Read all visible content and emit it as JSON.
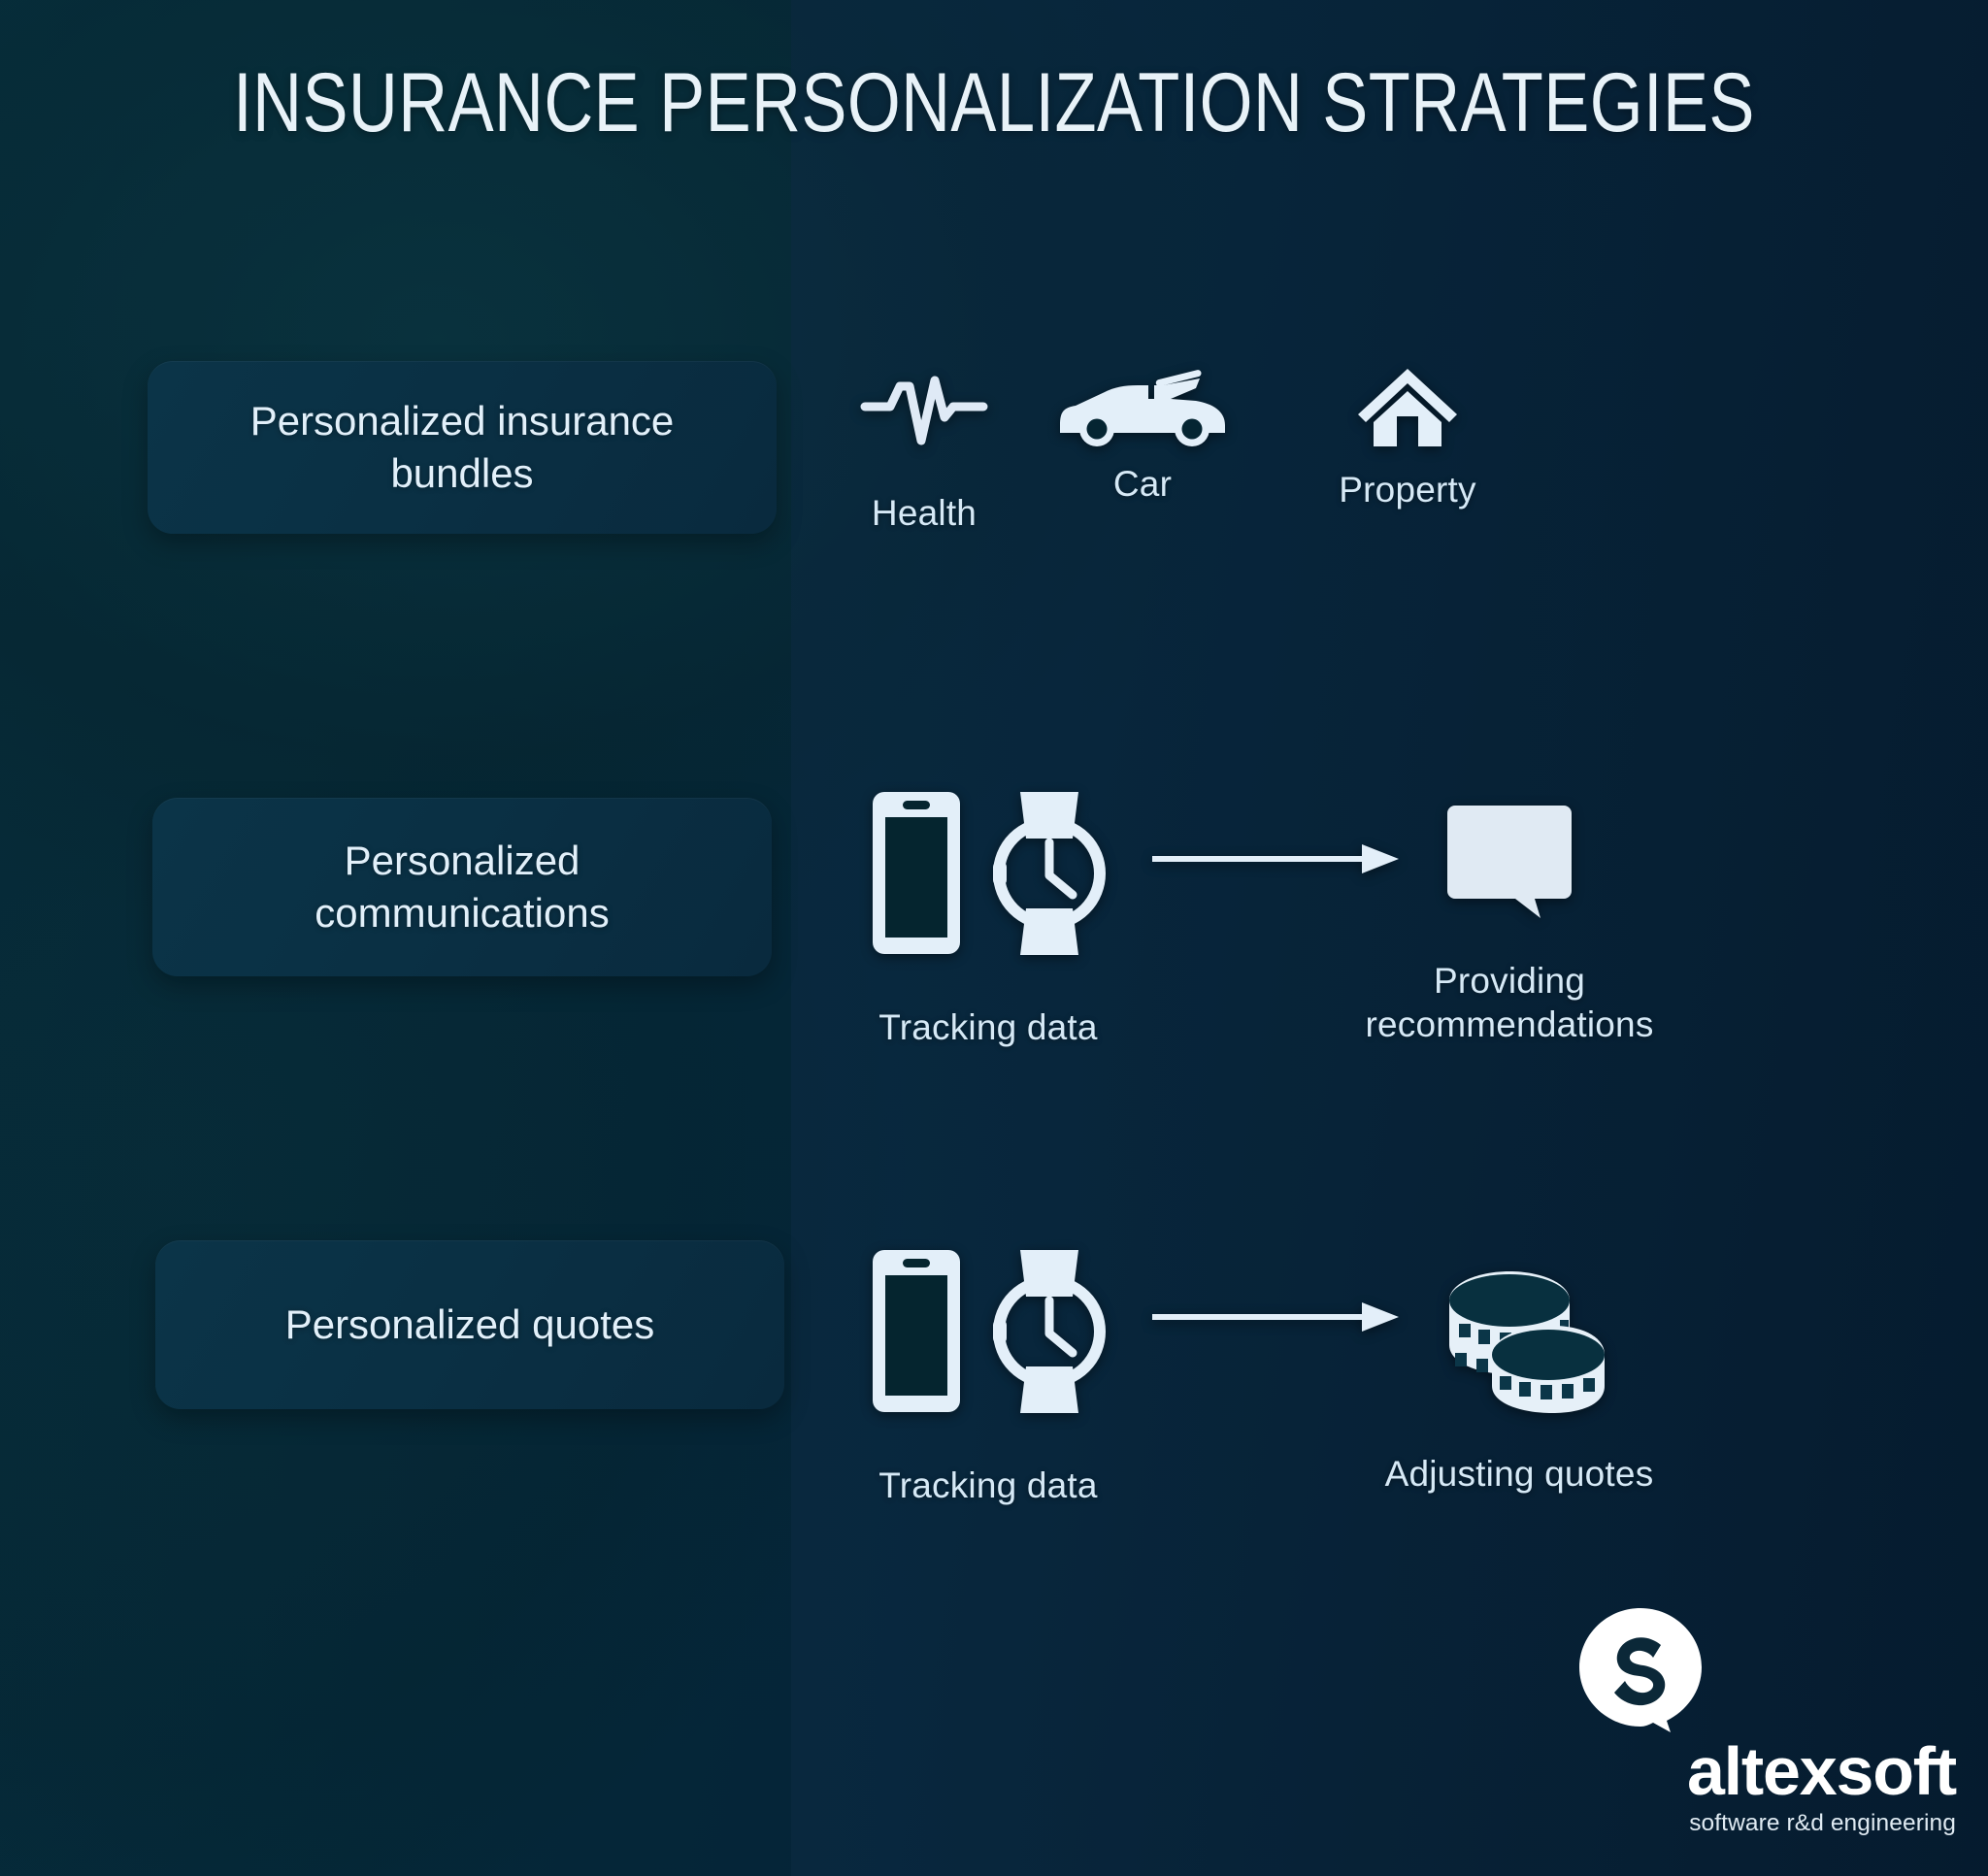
{
  "theme": {
    "background_dark": "#04192c",
    "background_teal": "#063040",
    "card_background": "#0a3044",
    "icon_color": "#dfeaf6",
    "text_primary": "#e8f2f8",
    "text_caption": "#d6e9f6",
    "logo_color": "#ffffff"
  },
  "header": {
    "title_line_1": "INSURANCE PERSONALIZATION",
    "title_line_2": "STRATEGIES"
  },
  "rows": [
    {
      "id": "row-bundles",
      "card_label_line_1": "Personalized insurance",
      "card_label_line_2": "bundles",
      "items": [
        {
          "icon": "heartbeat-pulse-icon",
          "caption": "Health"
        },
        {
          "icon": "car-icon",
          "caption": "Car"
        },
        {
          "icon": "house-icon",
          "caption": "Property"
        }
      ]
    },
    {
      "id": "row-communications",
      "card_label_line_1": "Personalized",
      "card_label_line_2": "communications",
      "source_icons": [
        "smartphone-icon",
        "smartwatch-icon"
      ],
      "source_caption": "Tracking data",
      "connector": "arrow-right-icon",
      "result_icon": "speech-bubble-icon",
      "result_caption_line_1": "Providing",
      "result_caption_line_2": "recommendations"
    },
    {
      "id": "row-quotes",
      "card_label_line_1": "Personalized quotes",
      "card_label_line_2": "",
      "source_icons": [
        "smartphone-icon",
        "smartwatch-icon"
      ],
      "source_caption": "Tracking data",
      "connector": "arrow-right-icon",
      "result_icon": "coins-stack-icon",
      "result_caption_line_1": "Adjusting quotes",
      "result_caption_line_2": ""
    }
  ],
  "branding": {
    "logo_mark": "altexsoft-speech-bubble-logo",
    "wordmark": "altexsoft",
    "tagline": "software r&d engineering"
  }
}
